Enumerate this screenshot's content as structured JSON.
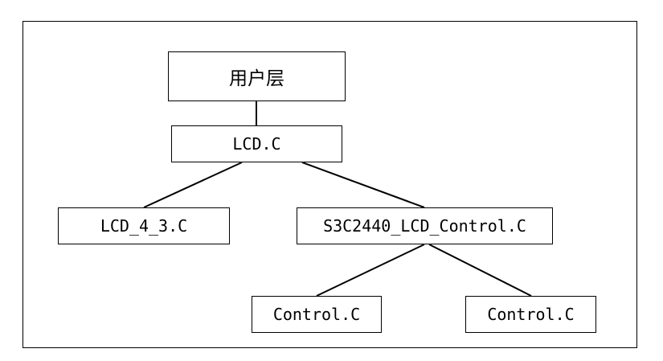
{
  "diagram": {
    "nodes": {
      "user_layer": "用户层",
      "lcd_c": "LCD.C",
      "lcd_4_3_c": "LCD_4_3.C",
      "s3c2440_lcd_control_c": "S3C2440_LCD_Control.C",
      "control_c_left": "Control.C",
      "control_c_right": "Control.C"
    },
    "edges": [
      {
        "from": "user_layer",
        "to": "lcd_c"
      },
      {
        "from": "lcd_c",
        "to": "lcd_4_3_c"
      },
      {
        "from": "lcd_c",
        "to": "s3c2440_lcd_control_c"
      },
      {
        "from": "s3c2440_lcd_control_c",
        "to": "control_c_left"
      },
      {
        "from": "s3c2440_lcd_control_c",
        "to": "control_c_right"
      }
    ],
    "colors": {
      "line": "#000000",
      "background": "#ffffff"
    }
  }
}
